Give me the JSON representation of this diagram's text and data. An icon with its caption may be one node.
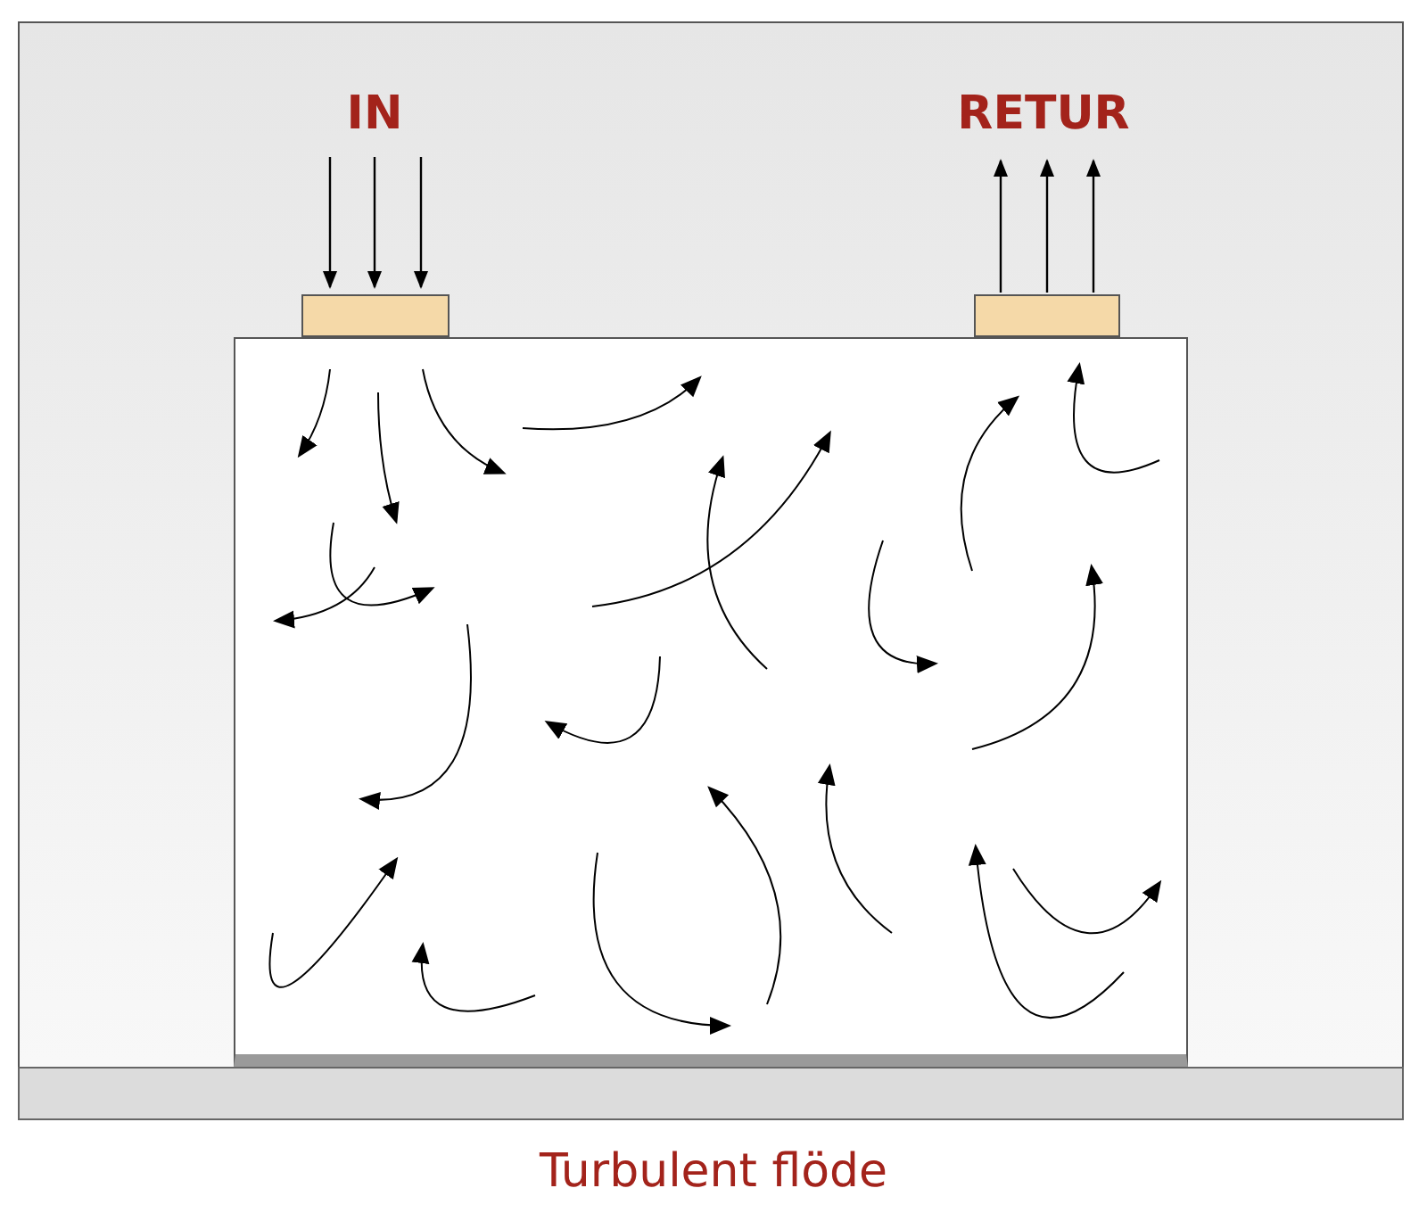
{
  "diagram": {
    "caption": "Turbulent flöde",
    "nodes": [
      {
        "text": [
          "IN"
        ]
      },
      {
        "text": [
          "RETUR"
        ]
      },
      {
        "text": [],
        "shape": "box"
      },
      {
        "text": [],
        "shape": "box"
      },
      {
        "text": [],
        "shape": "box"
      },
      {
        "text": [],
        "shape": "bar"
      }
    ],
    "edges": [
      {
        "from": 0,
        "to": 3,
        "arrow": "to"
      },
      {
        "from": 0,
        "to": 3,
        "arrow": "to"
      },
      {
        "from": 0,
        "to": 3,
        "arrow": "to"
      },
      {
        "from": 4,
        "to": 1,
        "arrow": "to"
      },
      {
        "from": 4,
        "to": 1,
        "arrow": "to"
      },
      {
        "from": 4,
        "to": 1,
        "arrow": "to"
      }
    ]
  }
}
